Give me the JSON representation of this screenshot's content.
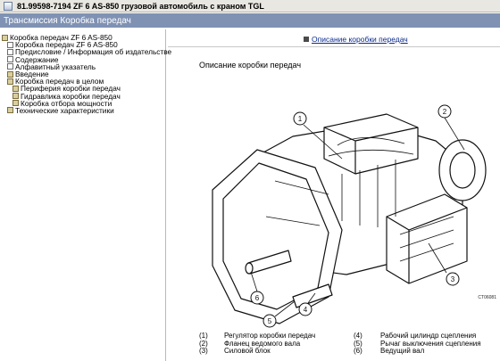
{
  "window": {
    "title": "81.99598-7194   ZF 6 AS-850 грузовой автомобиль с краном TGL"
  },
  "header": {
    "title": "Трансмиссия   Коробка передач"
  },
  "sidebar": {
    "items": [
      {
        "label": "Коробка передач ZF 6 AS-850"
      },
      {
        "label": "Коробка передач ZF 6 AS-850"
      },
      {
        "label": "Предисловие / Информация об издательстве"
      },
      {
        "label": "Содержание"
      },
      {
        "label": "Алфавитный указатель"
      },
      {
        "label": "Введение"
      },
      {
        "label": "Коробка передач в целом"
      },
      {
        "label": "Периферия коробки передач"
      },
      {
        "label": "Гидравлика коробки передач"
      },
      {
        "label": "Коробка отбора мощности"
      },
      {
        "label": "Технические характеристики"
      }
    ]
  },
  "content": {
    "top_link": "Описание коробки передач",
    "doc_title": "Описание коробки передач",
    "figure_code": "CT06081",
    "callouts": [
      "1",
      "2",
      "3",
      "4",
      "5",
      "6"
    ],
    "legend": [
      {
        "num": "(1)",
        "text": "Регулятор коробки передач",
        "num2": "(4)",
        "text2": "Рабочий цилиндр сцепления"
      },
      {
        "num": "(2)",
        "text": "Фланец ведомого вала",
        "num2": "(5)",
        "text2": "Рычаг выключения сцепления"
      },
      {
        "num": "(3)",
        "text": "Силовой блок",
        "num2": "(6)",
        "text2": "Ведущий вал"
      }
    ]
  }
}
